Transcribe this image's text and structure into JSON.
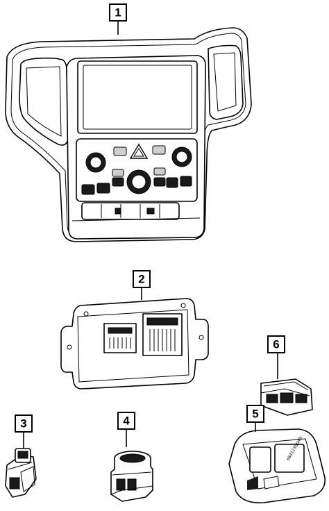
{
  "callouts": [
    {
      "id": "callout-1",
      "label": "1"
    },
    {
      "id": "callout-2",
      "label": "2"
    },
    {
      "id": "callout-3",
      "label": "3"
    },
    {
      "id": "callout-4",
      "label": "4"
    },
    {
      "id": "callout-5",
      "label": "5"
    },
    {
      "id": "callout-6",
      "label": "6"
    }
  ],
  "parts": [
    {
      "callout": "1",
      "icon": "radio-bezel-control-panel-icon"
    },
    {
      "callout": "2",
      "icon": "control-module-icon"
    },
    {
      "callout": "3",
      "icon": "connector-switch-icon"
    },
    {
      "callout": "4",
      "icon": "push-switch-icon"
    },
    {
      "callout": "5",
      "icon": "overhead-console-housing-icon"
    },
    {
      "callout": "6",
      "icon": "switch-module-icon"
    }
  ],
  "colors": {
    "line": "#000000",
    "background": "#ffffff"
  }
}
